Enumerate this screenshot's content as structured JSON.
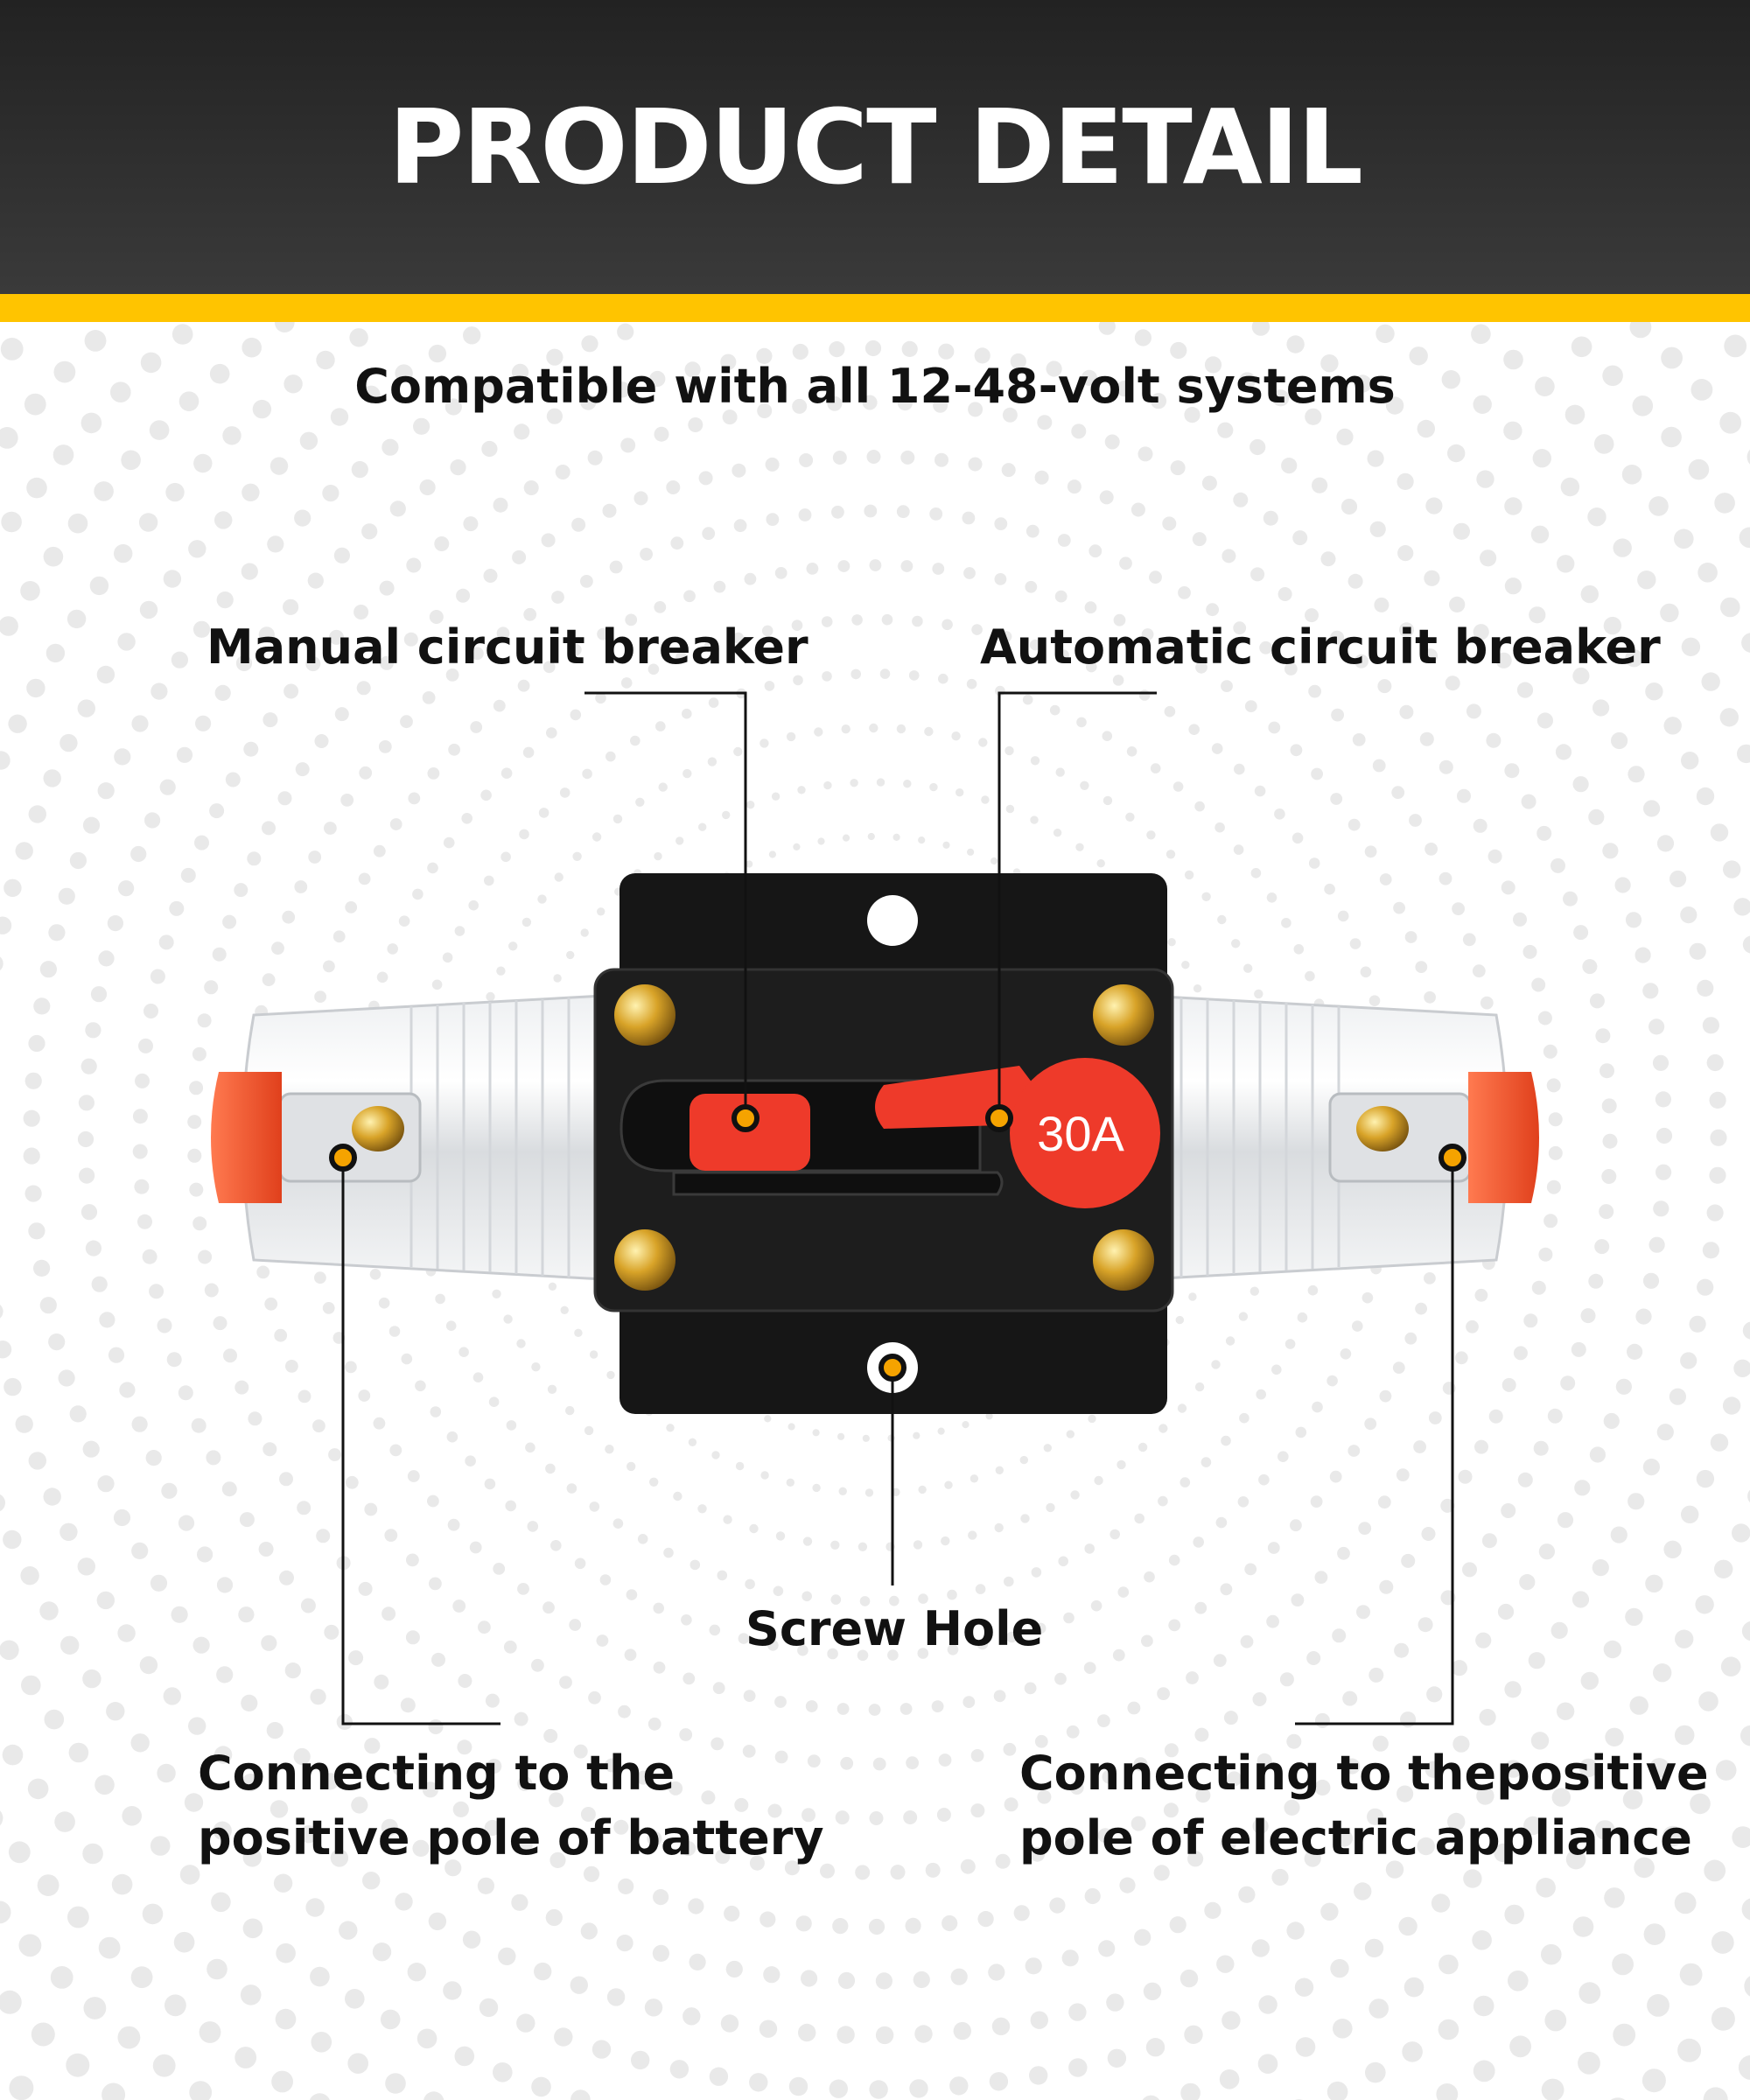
{
  "header": {
    "title": "PRODUCT DETAIL"
  },
  "subtitle": "Compatible with all 12-48-volt systems",
  "callouts": {
    "manual": "Manual circuit breaker",
    "automatic": "Automatic circuit breaker",
    "screw_hole": "Screw Hole",
    "battery_line1": "Connecting to the",
    "battery_line2": "positive pole of battery",
    "appliance_line1": "Connecting to thepositive",
    "appliance_line2": "pole of electric appliance"
  },
  "device": {
    "rating": "30A"
  },
  "colors": {
    "header_bg": "#2b2b2b",
    "accent": "#ffc400",
    "marker": "#f5a300",
    "breaker_red": "#ee3a2a",
    "body_black": "#151515",
    "end_cap_orange": "#f25a2e",
    "screw_gold": "#d8a328"
  }
}
